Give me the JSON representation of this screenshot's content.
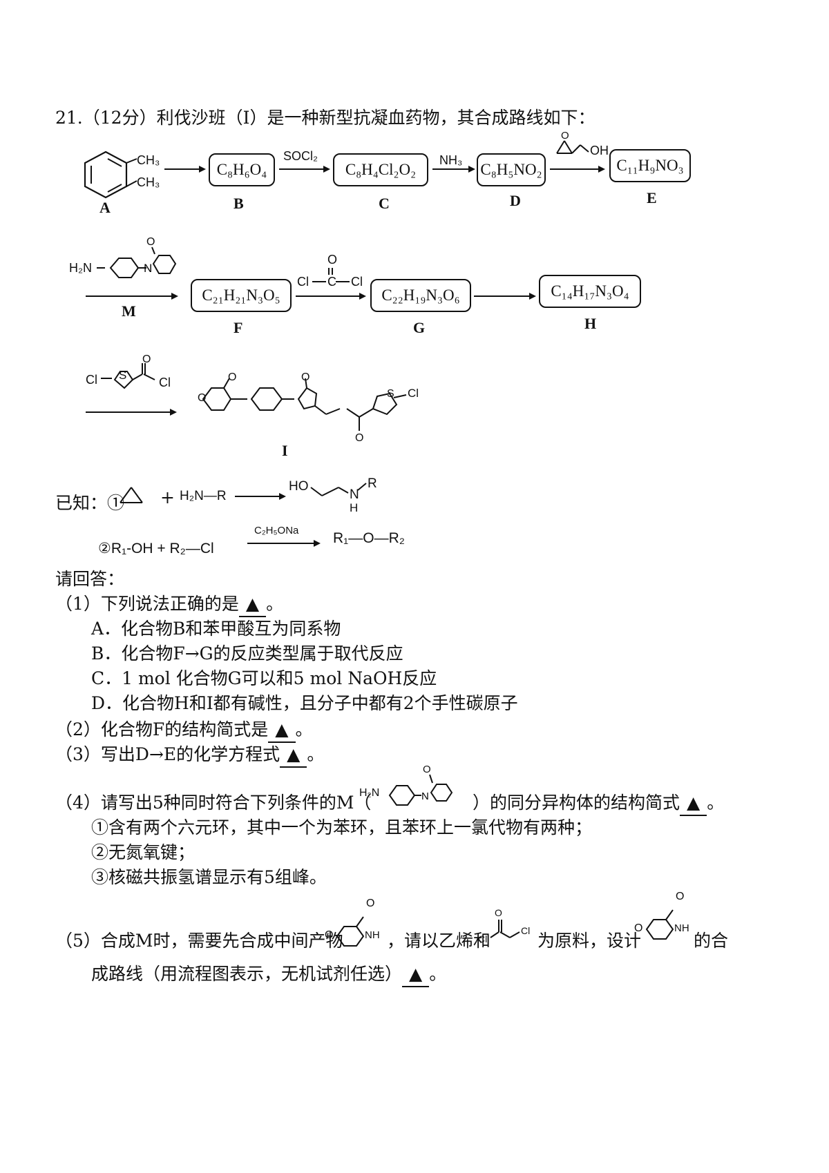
{
  "question": {
    "header": "21.（12分）利伐沙班（I）是一种新型抗凝血药物，其合成路线如下：",
    "compounds": {
      "A": {
        "label": "A",
        "sub1": "CH₃",
        "sub2": "CH₃"
      },
      "B": {
        "label": "B",
        "formula": "C₈H₆O₄"
      },
      "C": {
        "label": "C",
        "formula": "C₈H₄Cl₂O₂"
      },
      "D": {
        "label": "D",
        "formula": "C₈H₅NO₂"
      },
      "E": {
        "label": "E",
        "formula": "C₁₁H₉NO₃"
      },
      "F": {
        "label": "F",
        "formula": "C₂₁H₂₁N₃O₅"
      },
      "G": {
        "label": "G",
        "formula": "C₂₂H₁₉N₃O₆"
      },
      "H": {
        "label": "H",
        "formula": "C₁₄H₁₇N₃O₄"
      },
      "I": {
        "label": "I"
      },
      "M": {
        "label": "M"
      }
    },
    "reagents": {
      "socl2": "SOCl₂",
      "nh3": "NH₃",
      "epoxide_oh": "OH",
      "h2n": "H₂N",
      "cl_left": "Cl",
      "cl_right": "Cl",
      "c_center": "C",
      "o_top": "O",
      "thio_cl": "Cl",
      "thio_s": "S",
      "thio_cl2": "Cl"
    },
    "known": {
      "prefix": "已知：①",
      "plus": "+",
      "amine": "H₂N—R",
      "product_ho": "HO",
      "product_n": "N",
      "product_h": "H",
      "product_r": "R",
      "second": "②R₁-OH + R₂—Cl",
      "catalyst": "C₂H₅ONa",
      "second_product": "R₁—O—R₂"
    },
    "answer_intro": "请回答：",
    "q1": {
      "stem": "（1）下列说法正确的是",
      "blank": "▲",
      "end": "。",
      "options": [
        "A．化合物B和苯甲酸互为同系物",
        "B．化合物F→G的反应类型属于取代反应",
        "C．1 mol 化合物G可以和5 mol NaOH反应",
        "D．化合物H和I都有碱性，且分子中都有2个手性碳原子"
      ]
    },
    "q2": {
      "stem": "（2）化合物F的结构简式是",
      "blank": "▲",
      "end": "。"
    },
    "q3": {
      "stem": "（3）写出D→E的化学方程式",
      "blank": "▲",
      "end": "。"
    },
    "q4": {
      "stem_a": "（4）请写出5种同时符合下列条件的M（",
      "stem_b": "）的同分异构体的结构简式",
      "blank": "▲",
      "end": "。",
      "conditions": [
        "①含有两个六元环，其中一个为苯环，且苯环上一氯代物有两种；",
        "②无氮氧键；",
        "③核磁共振氢谱显示有5组峰。"
      ]
    },
    "q5": {
      "part1": "（5）合成M时，需要先合成中间产物",
      "part2": "，请以乙烯和",
      "part3": "为原料，设计",
      "part4": "的合",
      "line2": "成路线（用流程图表示，无机试剂任选）",
      "blank": "▲",
      "end": "。",
      "nh": "NH",
      "o": "O",
      "cl": "Cl"
    }
  }
}
